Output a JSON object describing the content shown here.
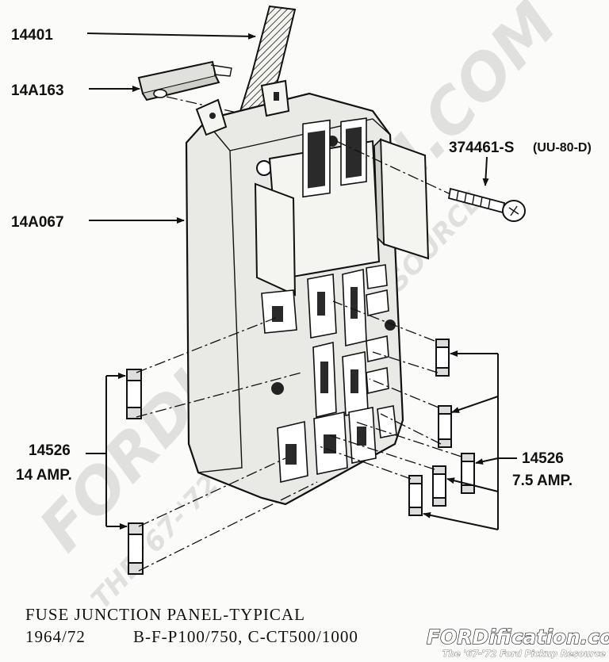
{
  "callouts": {
    "wire_harness": "14401",
    "clip": "14A163",
    "panel": "14A067",
    "screw": "374461-S",
    "screw_code": "(UU-80-D)",
    "fuse_14_part": "14526",
    "fuse_14_rating": "14 AMP.",
    "fuse_75_part": "14526",
    "fuse_75_rating": "7.5 AMP."
  },
  "caption": {
    "title": "FUSE JUNCTION PANEL-TYPICAL",
    "years": "1964/72",
    "models": "B-F-P100/750, C-CT500/1000"
  },
  "watermark": {
    "main": "FORDIFICATION.COM",
    "sub": "THE '67-'72 FORD PICKUP RESOURCE"
  },
  "logo": {
    "main": "FORDification.com",
    "tagline": "The '67-'72 Ford Pickup Resource"
  },
  "colors": {
    "ink": "#111111",
    "paper": "#fbfbf9",
    "panel": "#e9e9e6"
  }
}
